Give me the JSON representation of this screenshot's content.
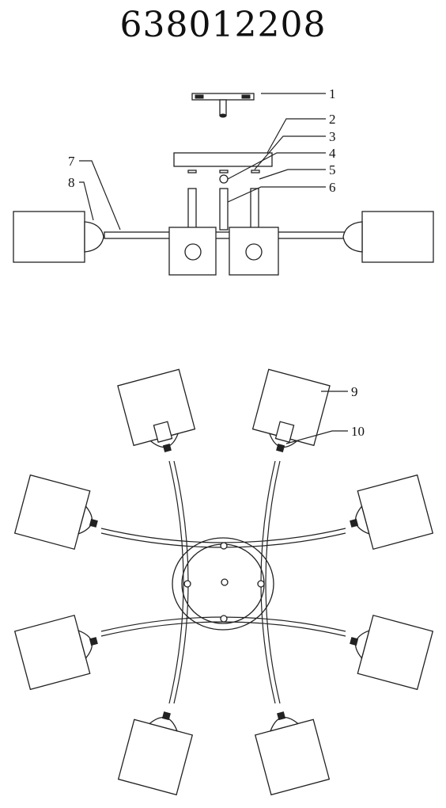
{
  "title": "638012208",
  "callouts": [
    {
      "label": "1"
    },
    {
      "label": "2"
    },
    {
      "label": "3"
    },
    {
      "label": "4"
    },
    {
      "label": "5"
    },
    {
      "label": "6"
    },
    {
      "label": "7"
    },
    {
      "label": "8"
    },
    {
      "label": "9"
    },
    {
      "label": "10"
    }
  ],
  "colors": {
    "ink": "#222222",
    "paper": "#ffffff"
  }
}
